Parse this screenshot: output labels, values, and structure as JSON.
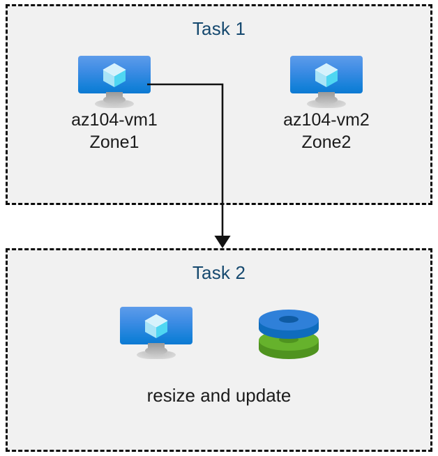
{
  "diagram": {
    "type": "flow-diagram",
    "background_color": "#ffffff",
    "panel_background_color": "#f1f1f1",
    "panel_border_color": "#0a0a0a",
    "title_color": "#16496f",
    "label_color": "#1b1b1b"
  },
  "task1": {
    "title": "Task 1",
    "nodes": [
      {
        "icon": "virtual-machine-icon",
        "name_line": "az104-vm1",
        "zone_line": "Zone1"
      },
      {
        "icon": "virtual-machine-icon",
        "name_line": "az104-vm2",
        "zone_line": "Zone2"
      }
    ]
  },
  "task2": {
    "title": "Task 2",
    "icons": [
      {
        "icon": "virtual-machine-icon"
      },
      {
        "icon": "managed-disks-icon"
      }
    ],
    "caption": "resize and update"
  },
  "connector": {
    "from": "az104-vm1",
    "to": "Task 2",
    "style": "orthogonal-arrow",
    "color": "#121212"
  },
  "colors": {
    "vm_blue_light": "#5e9cea",
    "vm_blue_dark": "#0e79d2",
    "cube_light": "#c9edfb",
    "cube_cyan": "#50d9f5",
    "disk_blue": "#2f80d9",
    "disk_blue_dark": "#0f6cbd",
    "disk_green": "#66b22c",
    "disk_green_dark": "#4f931f",
    "stand_gray": "#b9b9b9"
  }
}
